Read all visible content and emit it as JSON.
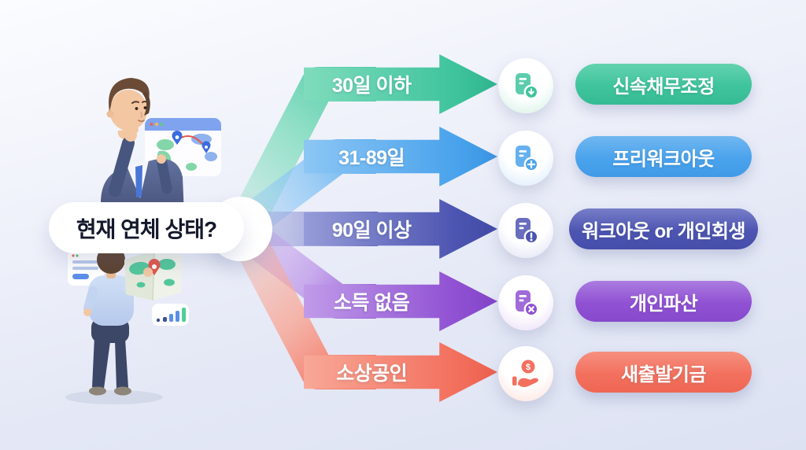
{
  "question": {
    "label": "현재 연체 상태?"
  },
  "branches": [
    {
      "condition": "30일 이하",
      "result": "신속채무조정",
      "icon": "document-download-icon",
      "color": "#3fc49d"
    },
    {
      "condition": "31-89일",
      "result": "프리워크아웃",
      "icon": "document-plus-icon",
      "color": "#4aa3ec"
    },
    {
      "condition": "90일 이상",
      "result": "워크아웃 or 개인회생",
      "icon": "document-alert-icon",
      "color": "#4d55b2"
    },
    {
      "condition": "소득 없음",
      "result": "개인파산",
      "icon": "document-x-icon",
      "color": "#9051d3"
    },
    {
      "condition": "소상공인",
      "result": "새출발기금",
      "icon": "hand-coin-icon",
      "color": "#f3705e"
    }
  ],
  "palette": {
    "background_top": "#fbfcff",
    "background_bottom": "#dde2f3",
    "bubble": "#ffffff",
    "bubble_text": "#14182b",
    "label_text": "#ffffff"
  },
  "illustrations": [
    "thinking-businessman-with-world-map-browser",
    "man-reading-paper-map-with-chart-cards"
  ]
}
